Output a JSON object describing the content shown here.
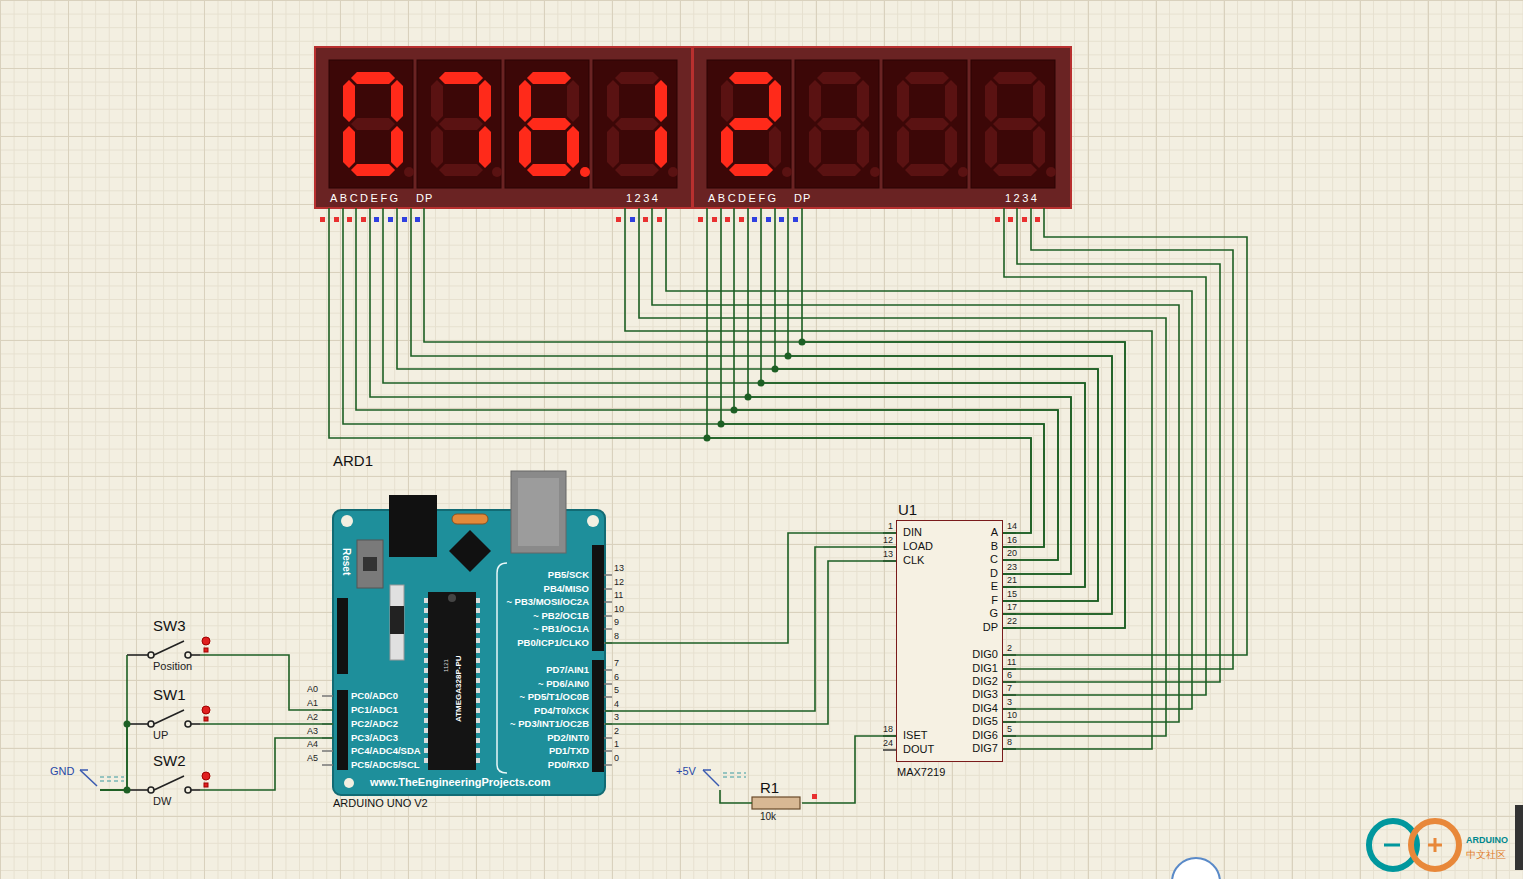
{
  "diagram": {
    "nodes": [
      {
        "text": [
          "ABCDEFG",
          "DP",
          "1234"
        ]
      },
      {
        "text": [
          "ABCDEFG",
          "DP",
          "1234"
        ]
      },
      {
        "text": [
          "ARD1",
          "ARDUINO UNO V2"
        ]
      },
      {
        "text": [
          "U1",
          "MAX7219"
        ]
      },
      {
        "text": [
          "SW3",
          "Position"
        ]
      },
      {
        "text": [
          "SW1",
          "UP"
        ]
      },
      {
        "text": [
          "SW2",
          "DW"
        ]
      },
      {
        "text": [
          "GND"
        ]
      },
      {
        "text": [
          "+5V"
        ]
      },
      {
        "text": [
          "R1",
          "10k"
        ]
      }
    ],
    "edges": [
      {
        "from": 3,
        "to": 0,
        "arrow": "none"
      },
      {
        "from": 3,
        "to": 1,
        "arrow": "none"
      },
      {
        "from": 3,
        "to": 0,
        "arrow": "none"
      },
      {
        "from": 3,
        "to": 1,
        "arrow": "none"
      },
      {
        "from": 3,
        "to": 0,
        "arrow": "none"
      },
      {
        "from": 3,
        "to": 1,
        "arrow": "none"
      },
      {
        "from": 3,
        "to": 0,
        "arrow": "none"
      },
      {
        "from": 3,
        "to": 1,
        "arrow": "none"
      },
      {
        "from": 3,
        "to": 0,
        "arrow": "none"
      },
      {
        "from": 3,
        "to": 1,
        "arrow": "none"
      },
      {
        "from": 3,
        "to": 0,
        "arrow": "none"
      },
      {
        "from": 3,
        "to": 1,
        "arrow": "none"
      },
      {
        "from": 3,
        "to": 0,
        "arrow": "none"
      },
      {
        "from": 3,
        "to": 1,
        "arrow": "none"
      },
      {
        "from": 3,
        "to": 0,
        "arrow": "none"
      },
      {
        "from": 3,
        "to": 1,
        "arrow": "none"
      },
      {
        "from": 3,
        "to": 1,
        "arrow": "none"
      },
      {
        "from": 3,
        "to": 1,
        "arrow": "none"
      },
      {
        "from": 3,
        "to": 1,
        "arrow": "none"
      },
      {
        "from": 3,
        "to": 1,
        "arrow": "none"
      },
      {
        "from": 3,
        "to": 0,
        "arrow": "none"
      },
      {
        "from": 3,
        "to": 0,
        "arrow": "none"
      },
      {
        "from": 3,
        "to": 0,
        "arrow": "none"
      },
      {
        "from": 3,
        "to": 0,
        "arrow": "none"
      },
      {
        "from": 2,
        "to": 3,
        "arrow": "none"
      },
      {
        "from": 2,
        "to": 3,
        "arrow": "none"
      },
      {
        "from": 2,
        "to": 3,
        "arrow": "none"
      },
      {
        "from": 4,
        "to": 2,
        "arrow": "none"
      },
      {
        "from": 5,
        "to": 2,
        "arrow": "none"
      },
      {
        "from": 6,
        "to": 2,
        "arrow": "none"
      },
      {
        "from": 7,
        "to": 4,
        "arrow": "none"
      },
      {
        "from": 7,
        "to": 5,
        "arrow": "none"
      },
      {
        "from": 7,
        "to": 6,
        "arrow": "none"
      },
      {
        "from": 8,
        "to": 9,
        "arrow": "none"
      },
      {
        "from": 9,
        "to": 3,
        "arrow": "none"
      }
    ],
    "labels": [
      "13",
      "12",
      "11",
      "10",
      "9",
      "8",
      "7",
      "6",
      "5",
      "4",
      "3",
      "2",
      "1",
      "0",
      "PB5/SCK",
      "PB4/MISO",
      "~ PB3/MOSI/OC2A",
      "~ PB2/OC1B",
      "~ PB1/OC1A",
      "PB0/ICP1/CLKO",
      "PD7/AIN1",
      "~ PD6/AIN0",
      "~ PD5/T1/OC0B",
      "PD4/T0/XCK",
      "~ PD3/INT1/OC2B",
      "PD2/INT0",
      "PD1/TXD",
      "PD0/RXD",
      "A0",
      "A1",
      "A2",
      "A3",
      "A4",
      "A5",
      "PC0/ADC0",
      "PC1/ADC1",
      "PC2/ADC2",
      "PC3/ADC3",
      "PC4/ADC4/SDA",
      "PC5/ADC5/SCL",
      "Reset",
      "ATMEGA328P-PU",
      "1121",
      "www.TheEngineeringProjects.com",
      "DIN",
      "LOAD",
      "CLK",
      "ISET",
      "DOUT",
      "A",
      "B",
      "C",
      "D",
      "E",
      "F",
      "G",
      "DP",
      "DIG0",
      "DIG1",
      "DIG2",
      "DIG3",
      "DIG4",
      "DIG5",
      "DIG6",
      "DIG7",
      "1",
      "12",
      "13",
      "18",
      "24",
      "14",
      "16",
      "20",
      "23",
      "21",
      "15",
      "17",
      "22",
      "2",
      "11",
      "6",
      "7",
      "3",
      "10",
      "5",
      "8",
      "ARDUINO",
      "中文社区"
    ]
  }
}
